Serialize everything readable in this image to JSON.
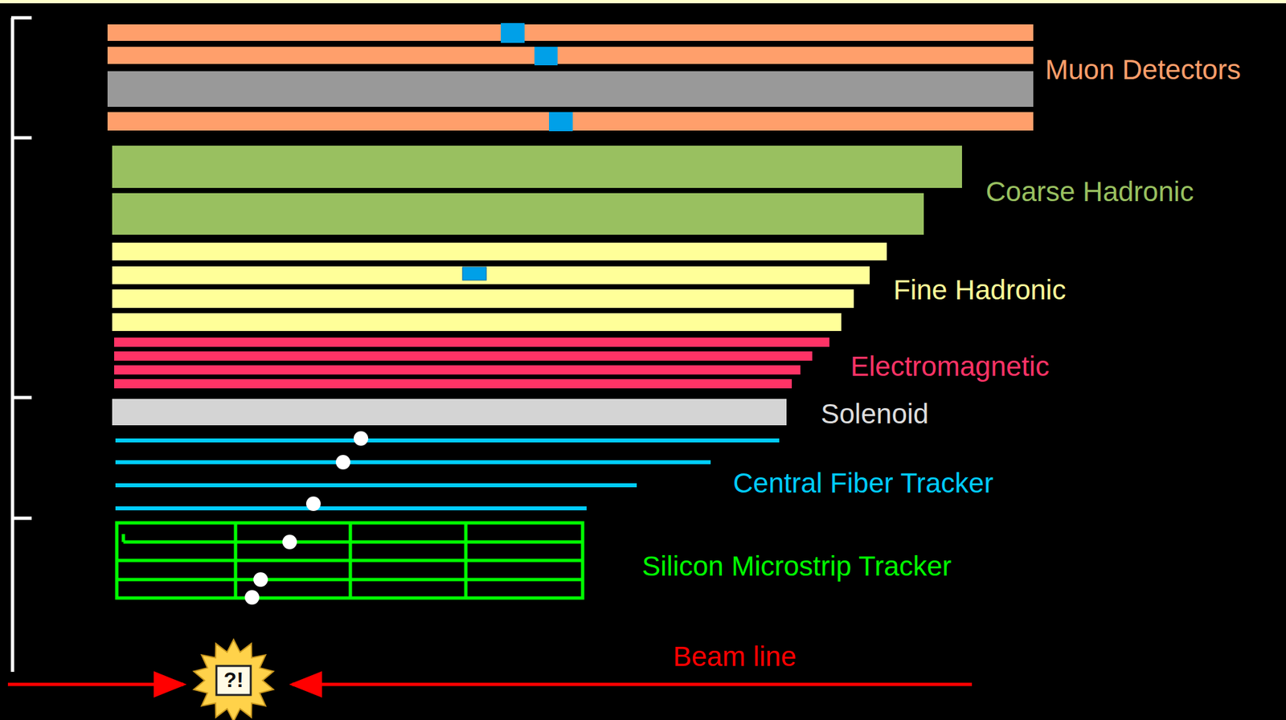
{
  "diagram": {
    "labels": [
      "Muon Detectors",
      "Coarse Hadronic",
      "Fine Hadronic",
      "Electromagnetic",
      "Solenoid",
      "Central Fiber Tracker",
      "Silicon Microstrip Tracker",
      "Beam line",
      "?!"
    ]
  }
}
